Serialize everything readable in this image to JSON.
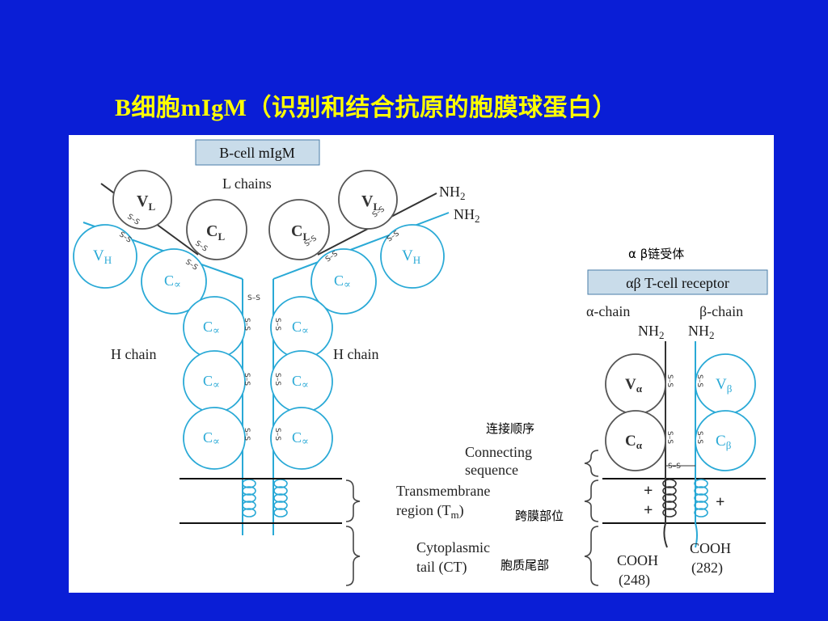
{
  "slide": {
    "title": "B细胞mIgM（识别和结合抗原的胞膜球蛋白）"
  },
  "bcell": {
    "box_label": "B-cell mIgM",
    "l_chains_label": "L chains",
    "h_chain_left": "H chain",
    "h_chain_right": "H chain",
    "nh2_top": "NH",
    "nh2_bottom": "NH",
    "subscript_2": "2",
    "vl": {
      "main": "V",
      "sub": "L"
    },
    "cl": {
      "main": "C",
      "sub": "L"
    },
    "vh": {
      "main": "V",
      "sub": "H"
    },
    "cmu": {
      "main": "C",
      "sub": "∝"
    },
    "ss": "S–S"
  },
  "tcr": {
    "cn_label": "α β链受体",
    "box_label": "αβ T-cell receptor",
    "alpha_chain": "α-chain",
    "beta_chain": "β-chain",
    "nh2": "NH",
    "subscript_2": "2",
    "va": {
      "main": "V",
      "sub": "α"
    },
    "vb": {
      "main": "V",
      "sub": "β"
    },
    "ca": {
      "main": "C",
      "sub": "α"
    },
    "cb": {
      "main": "C",
      "sub": "β"
    },
    "cooh_left": "COOH",
    "cooh_left_num": "(248)",
    "cooh_right": "COOH",
    "cooh_right_num": "(282)",
    "plus": "+"
  },
  "regions": {
    "connecting_cn": "连接顺序",
    "connecting_line1": "Connecting",
    "connecting_line2": "sequence",
    "transmembrane_line1": "Transmembrane",
    "transmembrane_line2": "region (T",
    "transmembrane_sub": "m",
    "transmembrane_end": ")",
    "transmembrane_cn": "跨膜部位",
    "cytoplasmic_line1": "Cytoplasmic",
    "cytoplasmic_line2": "tail (CT)",
    "cytoplasmic_cn": "胞质尾部"
  },
  "colors": {
    "background": "#0a1ed6",
    "title": "#ffff00",
    "heavy_chain": "#29a9d6",
    "light_chain": "#333333",
    "box_fill": "#c9dcea"
  }
}
